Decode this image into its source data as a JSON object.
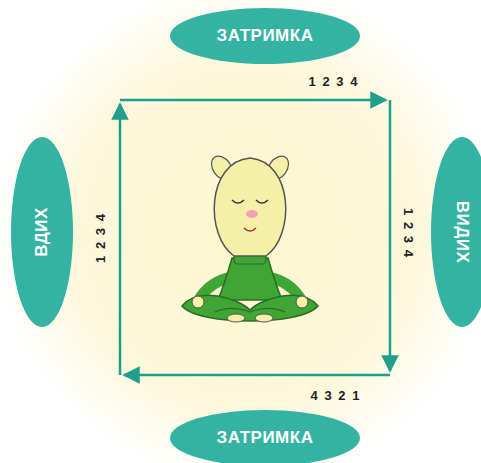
{
  "diagram": {
    "nodes": [
      {
        "text": [
          "ЗАТРИМКА"
        ]
      },
      {
        "text": [
          "ВДИХ"
        ]
      },
      {
        "text": [
          "ВИДИХ"
        ]
      },
      {
        "text": [
          "ЗАТРИМКА"
        ]
      }
    ],
    "labels": [
      "1 2 3 4",
      "1 2 3 4",
      "1 2 3 4",
      "4 3 2 1"
    ]
  }
}
